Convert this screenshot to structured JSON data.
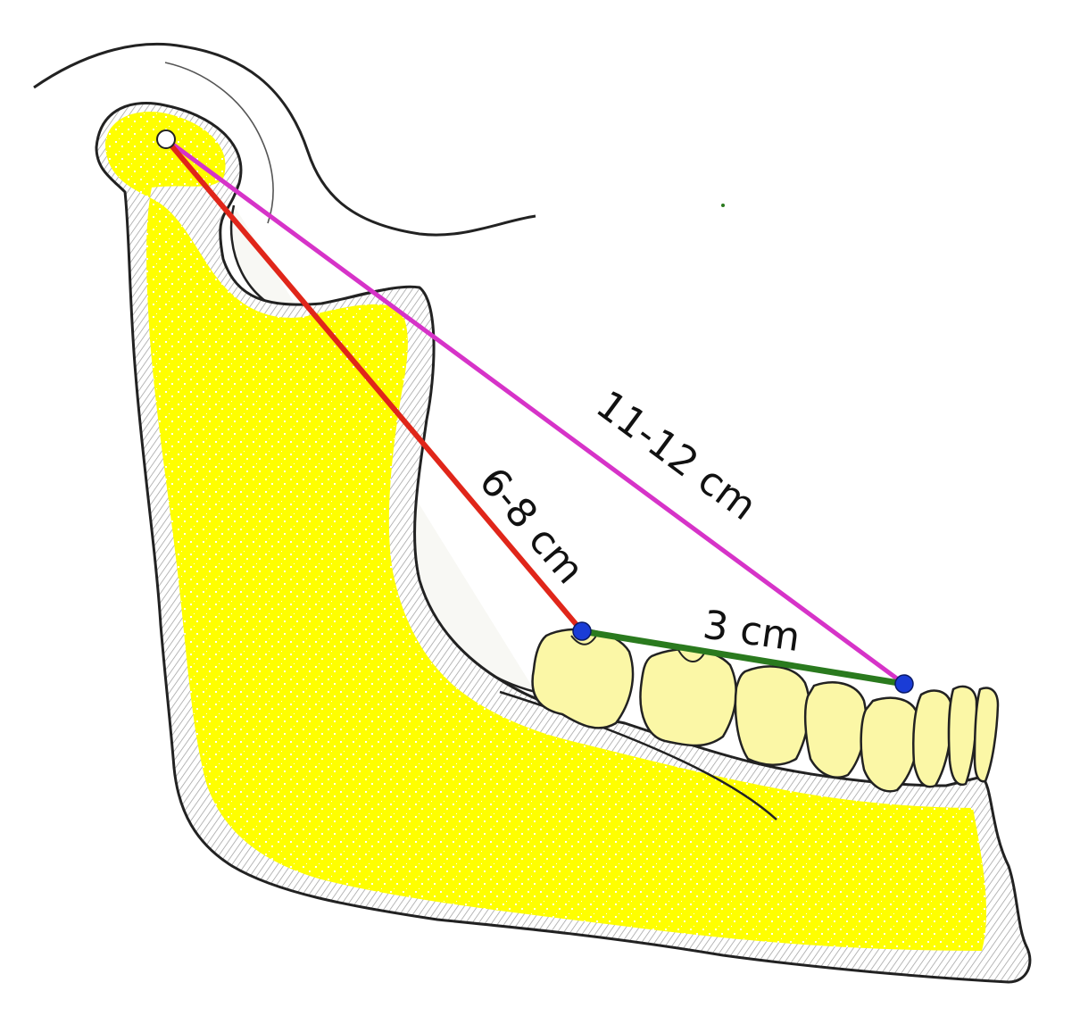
{
  "colors": {
    "bone_fill": "#ffff00",
    "tooth_fill": "#fbf7a6",
    "outline": "#222222",
    "hatch": "#9a9a9a",
    "line_condyle_to_molar": "#e0261a",
    "line_condyle_to_canine": "#d633c8",
    "line_molar_to_canine": "#2a7a1e",
    "landmark_point": "#1a3cd6",
    "condyle_point": "#ffffff"
  },
  "measurements": {
    "condyle_to_molar": "6-8 cm",
    "condyle_to_canine": "11-12 cm",
    "molar_to_canine": "3 cm"
  }
}
